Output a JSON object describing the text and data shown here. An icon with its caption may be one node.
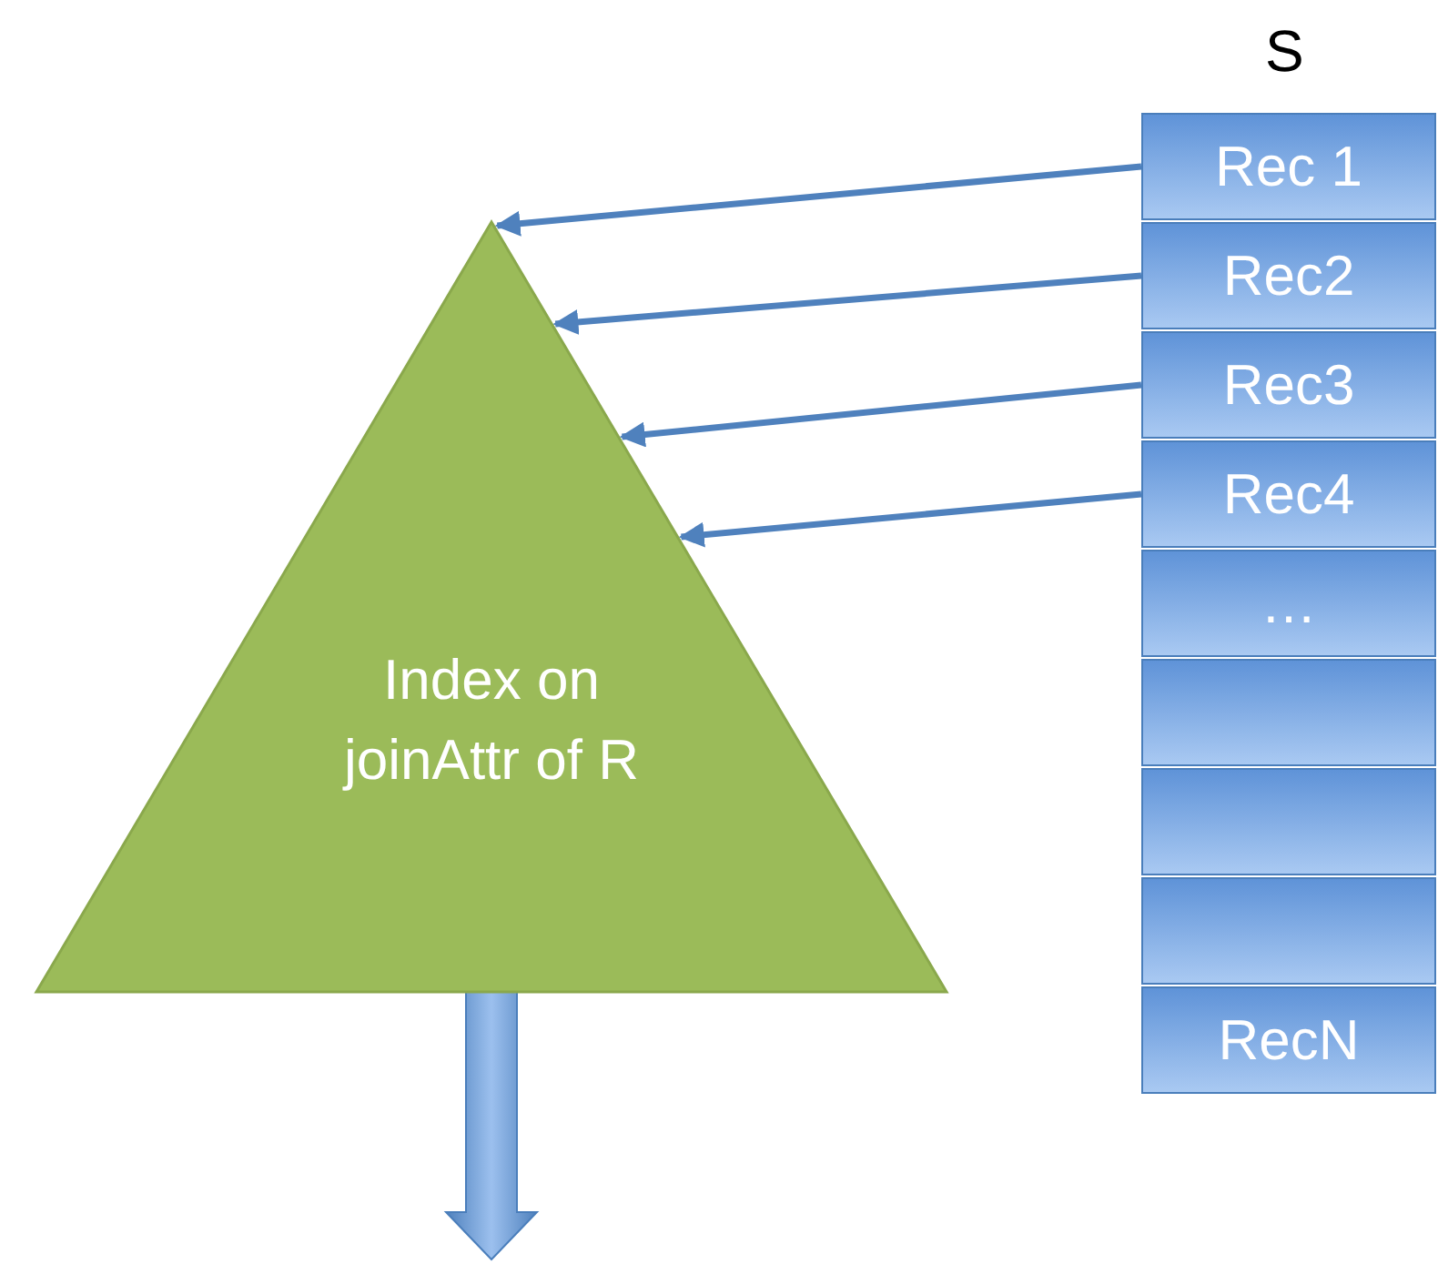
{
  "diagram": {
    "nodes": [
      {
        "text": [
          "Index on joinAttr of R"
        ]
      },
      {
        "text": [
          "S"
        ]
      },
      {
        "text": [
          "Rec 1"
        ],
        "in": 1
      },
      {
        "text": [
          "Rec2"
        ],
        "in": 1
      },
      {
        "text": [
          "Rec3"
        ],
        "in": 1
      },
      {
        "text": [
          "Rec4"
        ],
        "in": 1
      },
      {
        "text": [
          "…"
        ],
        "in": 1
      },
      {
        "text": [],
        "shape": "box",
        "in": 1
      },
      {
        "text": [],
        "shape": "box",
        "in": 1
      },
      {
        "text": [],
        "shape": "box",
        "in": 1
      },
      {
        "text": [
          "RecN"
        ],
        "in": 1
      }
    ],
    "edges": [
      {
        "from": 2,
        "to": 0,
        "arrow": "to"
      },
      {
        "from": 3,
        "to": 0,
        "arrow": "to"
      },
      {
        "from": 4,
        "to": 0,
        "arrow": "to"
      },
      {
        "from": 5,
        "to": 0,
        "arrow": "to"
      },
      {
        "from": 0,
        "to": null,
        "arrow": "to",
        "style": "thick"
      }
    ]
  }
}
